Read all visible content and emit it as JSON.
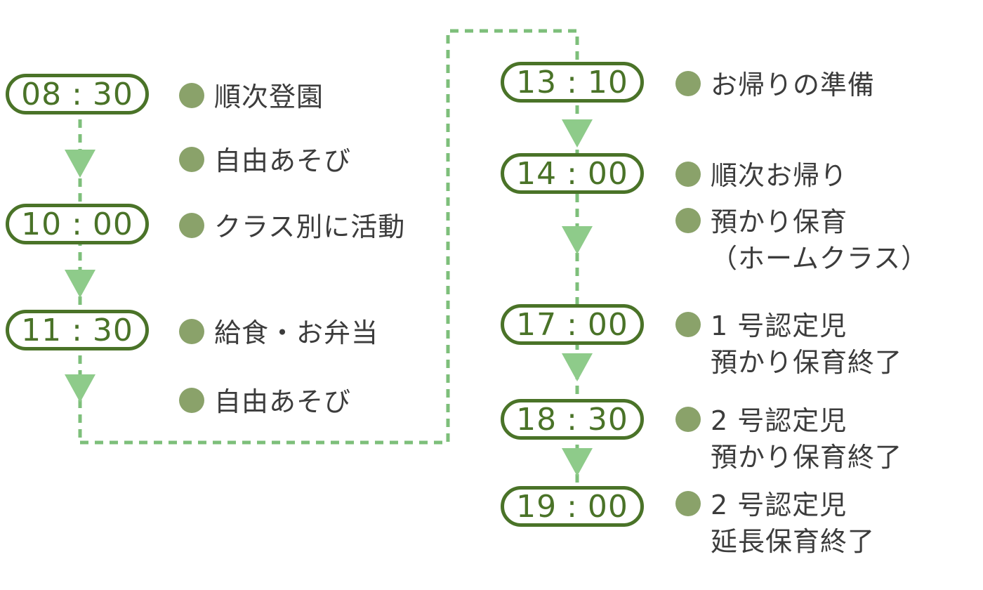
{
  "colors": {
    "pill_border": "#4a7328",
    "pill_text": "#4a7328",
    "bullet": "#8aa26a",
    "connector": "#7dbf7a",
    "text": "#3c3c3c"
  },
  "left_column": [
    {
      "time": {
        "h": "08",
        "m": "30"
      },
      "activities": [
        "順次登園",
        "自由あそび"
      ]
    },
    {
      "time": {
        "h": "10",
        "m": "00"
      },
      "activities": [
        "クラス別に活動"
      ]
    },
    {
      "time": {
        "h": "11",
        "m": "30"
      },
      "activities": [
        "給食・お弁当",
        "自由あそび"
      ]
    }
  ],
  "right_column": [
    {
      "time": {
        "h": "13",
        "m": "10"
      },
      "activities": [
        "お帰りの準備"
      ]
    },
    {
      "time": {
        "h": "14",
        "m": "00"
      },
      "activities": [
        "順次お帰り",
        "預かり保育\n（ホームクラス）"
      ]
    },
    {
      "time": {
        "h": "17",
        "m": "00"
      },
      "activities": [
        "1 号認定児\n預かり保育終了"
      ]
    },
    {
      "time": {
        "h": "18",
        "m": "30"
      },
      "activities": [
        "2 号認定児\n預かり保育終了"
      ]
    },
    {
      "time": {
        "h": "19",
        "m": "00"
      },
      "activities": [
        "2 号認定児\n延長保育終了"
      ]
    }
  ]
}
